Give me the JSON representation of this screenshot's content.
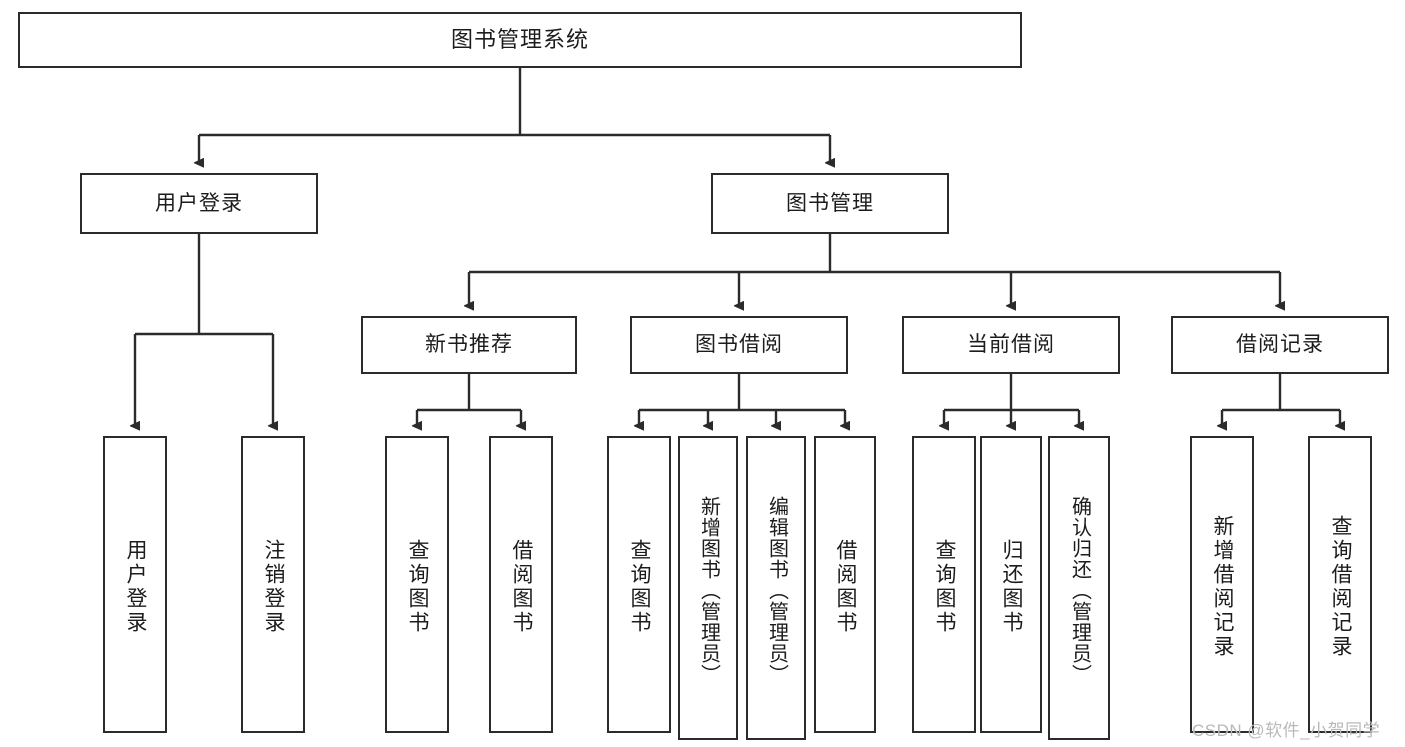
{
  "diagram": {
    "title": "图书管理系统",
    "type": "tree-hierarchy-chart",
    "root": {
      "label": "图书管理系统"
    },
    "level2": [
      {
        "label": "用户登录"
      },
      {
        "label": "图书管理"
      }
    ],
    "level3": [
      {
        "label": "新书推荐"
      },
      {
        "label": "图书借阅"
      },
      {
        "label": "当前借阅"
      },
      {
        "label": "借阅记录"
      }
    ],
    "leaves_user_login": [
      {
        "label": "用户登录"
      },
      {
        "label": "注销登录"
      }
    ],
    "leaves_new_book": [
      {
        "label": "查询图书"
      },
      {
        "label": "借阅图书"
      }
    ],
    "leaves_borrow": [
      {
        "label": "查询图书"
      },
      {
        "label": "新增图书（管理员）"
      },
      {
        "label": "编辑图书（管理员）"
      },
      {
        "label": "借阅图书"
      }
    ],
    "leaves_current": [
      {
        "label": "查询图书"
      },
      {
        "label": "归还图书"
      },
      {
        "label": "确认归还（管理员）"
      }
    ],
    "leaves_record": [
      {
        "label": "新增借阅记录"
      },
      {
        "label": "查询借阅记录"
      }
    ]
  },
  "watermark": {
    "text": "CSDN @软件_小贺同学"
  },
  "colors": {
    "stroke": "#2b2b2b",
    "fill": "#ffffff",
    "text": "#1c1c1c",
    "watermark": "#b9b9b9"
  }
}
